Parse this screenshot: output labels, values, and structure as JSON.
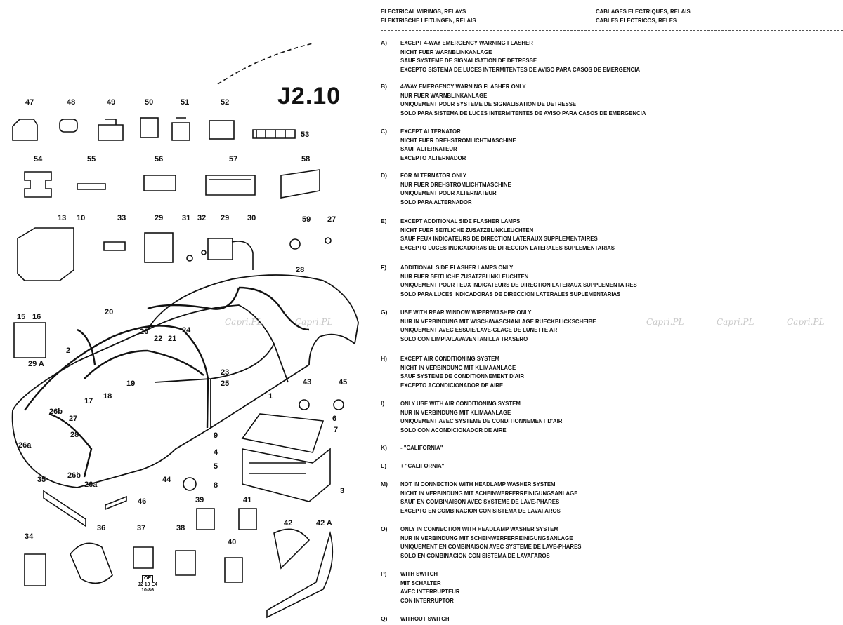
{
  "diagram": {
    "sheet_id": "J2.10",
    "stamp": {
      "box": "OE",
      "code": "J2 10 E4",
      "date": "10-86"
    },
    "watermark": "Capri.PL",
    "part_numbers": [
      "47",
      "48",
      "49",
      "50",
      "51",
      "52",
      "53",
      "54",
      "55",
      "56",
      "57",
      "58",
      "13",
      "10",
      "33",
      "29",
      "31",
      "32",
      "29",
      "30",
      "59",
      "27",
      "28",
      "15",
      "16",
      "20",
      "26",
      "24",
      "22",
      "21",
      "29 A",
      "2",
      "23",
      "25",
      "19",
      "17",
      "18",
      "1",
      "43",
      "45",
      "26b",
      "26a",
      "27",
      "28",
      "6",
      "7",
      "9",
      "4",
      "5",
      "8",
      "3",
      "26b",
      "26a",
      "35",
      "44",
      "46",
      "39",
      "41",
      "42",
      "42 A",
      "36",
      "37",
      "38",
      "40",
      "34"
    ]
  },
  "header": {
    "en": "ELECTRICAL WIRINGS, RELAYS",
    "de": "ELEKTRISCHE LEITUNGEN, RELAIS",
    "fr": "CABLAGES ELECTRIQUES, RELAIS",
    "es": "CABLES ELECTRICOS, RELES"
  },
  "notes": [
    {
      "code": "A)",
      "lines": [
        "EXCEPT 4-WAY EMERGENCY WARNING FLASHER",
        "NICHT FUER WARNBLINKANLAGE",
        "SAUF SYSTEME DE SIGNALISATION DE DETRESSE",
        "EXCEPTO SISTEMA DE LUCES INTERMITENTES DE AVISO PARA CASOS DE EMERGENCIA"
      ]
    },
    {
      "code": "B)",
      "lines": [
        "4-WAY EMERGENCY WARNING FLASHER ONLY",
        "NUR FUER WARNBLINKANLAGE",
        "UNIQUEMENT POUR SYSTEME DE SIGNALISATION DE DETRESSE",
        "SOLO PARA SISTEMA DE LUCES INTERMITENTES DE AVISO PARA CASOS DE EMERGENCIA"
      ]
    },
    {
      "code": "C)",
      "lines": [
        "EXCEPT ALTERNATOR",
        "NICHT FUER DREHSTROMLICHTMASCHINE",
        "SAUF ALTERNATEUR",
        "EXCEPTO ALTERNADOR"
      ]
    },
    {
      "code": "D)",
      "lines": [
        "FOR ALTERNATOR ONLY",
        "NUR FUER DREHSTROMLICHTMASCHINE",
        "UNIQUEMENT POUR ALTERNATEUR",
        "SOLO PARA ALTERNADOR"
      ]
    },
    {
      "code": "E)",
      "lines": [
        "EXCEPT ADDITIONAL SIDE FLASHER LAMPS",
        "NICHT FUER SEITLICHE ZUSATZBLINKLEUCHTEN",
        "SAUF FEUX INDICATEURS DE DIRECTION LATERAUX SUPPLEMENTAIRES",
        "EXCEPTO LUCES INDICADORAS DE DIRECCION LATERALES SUPLEMENTARIAS"
      ]
    },
    {
      "code": "F)",
      "lines": [
        "ADDITIONAL SIDE FLASHER LAMPS ONLY",
        "NUR FUER SEITLICHE ZUSATZBLINKLEUCHTEN",
        "UNIQUEMENT POUR FEUX INDICATEURS DE DIRECTION LATERAUX SUPPLEMENTAIRES",
        "SOLO PARA LUCES INDICADORAS DE DIRECCION LATERALES SUPLEMENTARIAS"
      ]
    },
    {
      "code": "G)",
      "lines": [
        "USE WITH REAR WINDOW WIPER/WASHER ONLY",
        "NUR IN VERBINDUNG MIT WISCH/WASCHANLAGE RUECKBLICKSCHEIBE",
        "UNIQUEMENT AVEC ESSUIE/LAVE-GLACE DE LUNETTE AR",
        "SOLO CON LIMPIA/LAVAVENTANILLA TRASERO"
      ]
    },
    {
      "code": "H)",
      "lines": [
        "EXCEPT AIR CONDITIONING SYSTEM",
        "NICHT IN VERBINDUNG MIT KLIMAANLAGE",
        "SAUF SYSTEME DE CONDITIONNEMENT D'AIR",
        "EXCEPTO ACONDICIONADOR DE AIRE"
      ]
    },
    {
      "code": "I)",
      "lines": [
        "ONLY USE WITH AIR CONDITIONING SYSTEM",
        "NUR IN VERBINDUNG MIT KLIMAANLAGE",
        "UNIQUEMENT AVEC SYSTEME DE CONDITIONNEMENT D'AIR",
        "SOLO CON ACONDICIONADOR DE AIRE"
      ]
    },
    {
      "code": "K)",
      "lines": [
        "- \"CALIFORNIA\""
      ]
    },
    {
      "code": "L)",
      "lines": [
        "+ \"CALIFORNIA\""
      ]
    },
    {
      "code": "M)",
      "lines": [
        "NOT IN CONNECTION WITH HEADLAMP WASHER SYSTEM",
        "NICHT IN VERBINDUNG MIT SCHEINWERFERREINIGUNGSANLAGE",
        "SAUF EN COMBINAISON AVEC SYSTEME DE LAVE-PHARES",
        "EXCEPTO EN COMBINACION CON SISTEMA DE LAVAFAROS"
      ]
    },
    {
      "code": "O)",
      "lines": [
        "ONLY IN CONNECTION WITH HEADLAMP WASHER SYSTEM",
        "NUR IN VERBINDUNG MIT SCHEINWERFERREINIGUNGSANLAGE",
        "UNIQUEMENT EN COMBINAISON AVEC SYSTEME DE LAVE-PHARES",
        "SOLO EN COMBINACION CON SISTEMA DE LAVAFAROS"
      ]
    },
    {
      "code": "P)",
      "lines": [
        "WITH SWITCH",
        "MIT SCHALTER",
        "AVEC INTERRUPTEUR",
        "CON INTERRUPTOR"
      ]
    },
    {
      "code": "Q)",
      "lines": [
        "WITHOUT SWITCH"
      ]
    }
  ]
}
